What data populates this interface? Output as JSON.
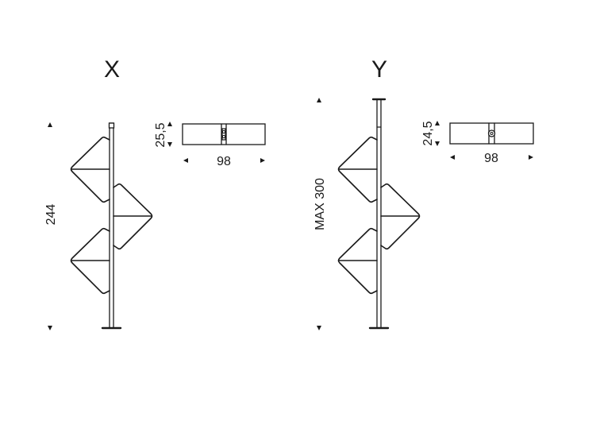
{
  "variants": [
    {
      "id": "x",
      "label": "X",
      "height_label": "244",
      "depth_label": "25,5",
      "width_label": "98"
    },
    {
      "id": "y",
      "label": "Y",
      "height_label": "MAX 300",
      "depth_label": "24,5",
      "width_label": "98"
    }
  ],
  "colors": {
    "line": "#1a1a1a",
    "background": "#ffffff"
  }
}
